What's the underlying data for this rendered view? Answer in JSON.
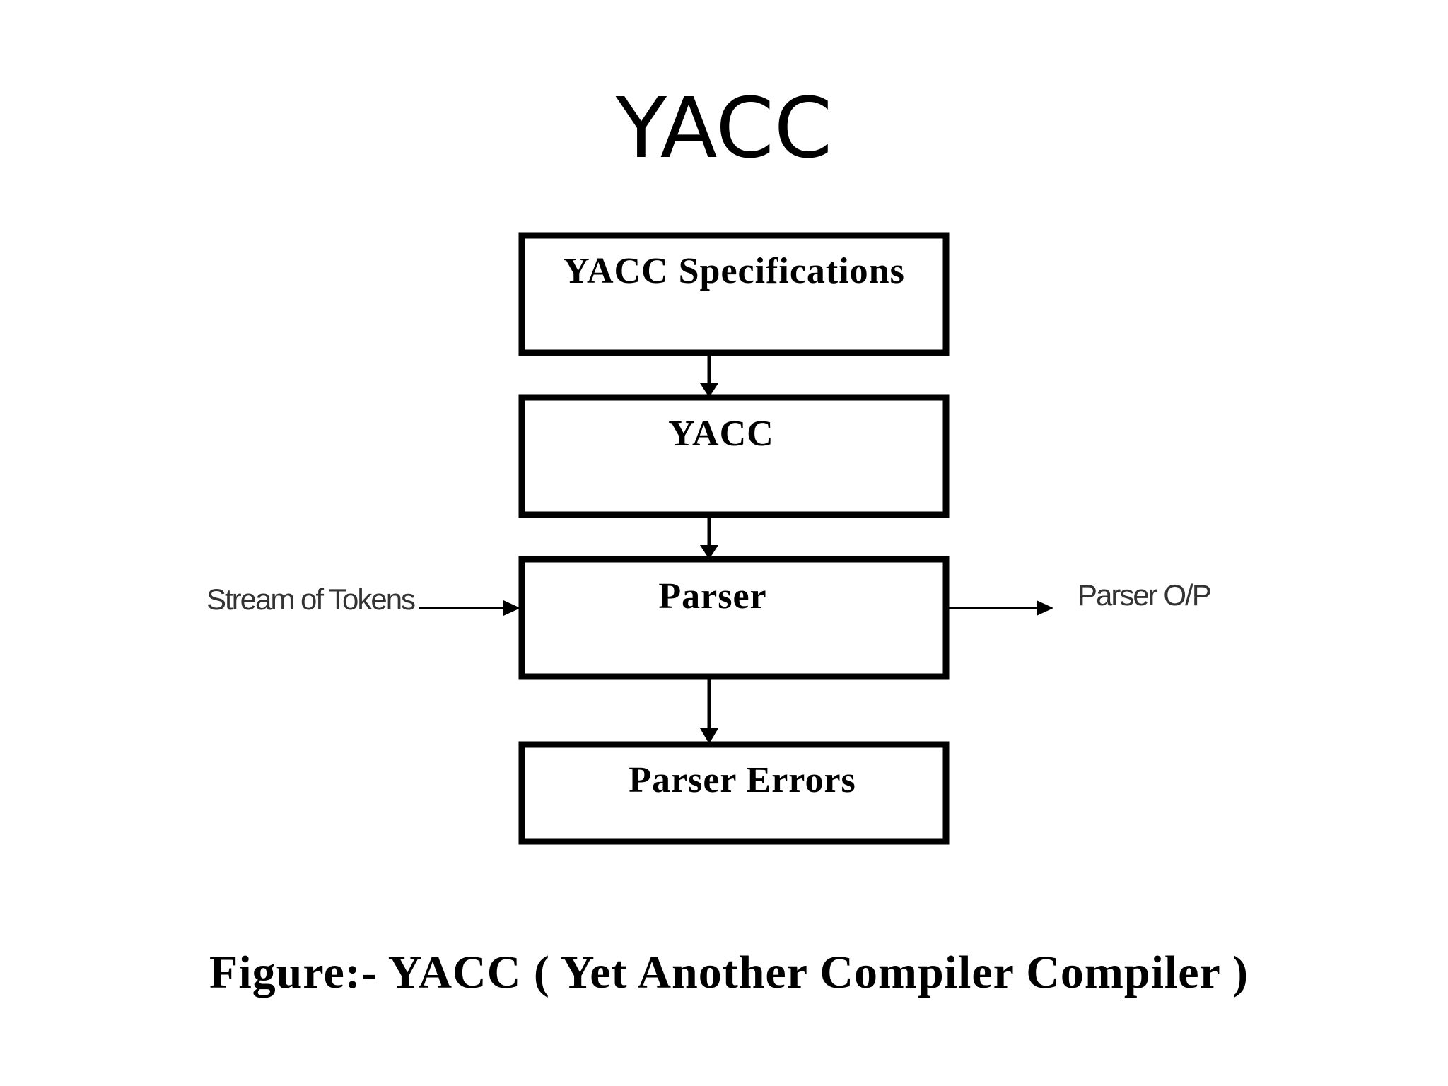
{
  "slide": {
    "title": "YACC",
    "caption": "Figure:- YACC ( Yet Another Compiler Compiler )"
  },
  "diagram": {
    "nodes": [
      {
        "id": "spec",
        "label": "YACC Specifications"
      },
      {
        "id": "yacc",
        "label": "YACC"
      },
      {
        "id": "parser",
        "label": "Parser"
      },
      {
        "id": "errors",
        "label": "Parser Errors"
      }
    ],
    "input_label": "Stream of Tokens",
    "output_label": "Parser O/P",
    "edges": [
      {
        "from": "spec",
        "to": "yacc"
      },
      {
        "from": "yacc",
        "to": "parser"
      },
      {
        "from": "parser",
        "to": "errors"
      },
      {
        "from": "input",
        "to": "parser"
      },
      {
        "from": "parser",
        "to": "output"
      }
    ]
  }
}
